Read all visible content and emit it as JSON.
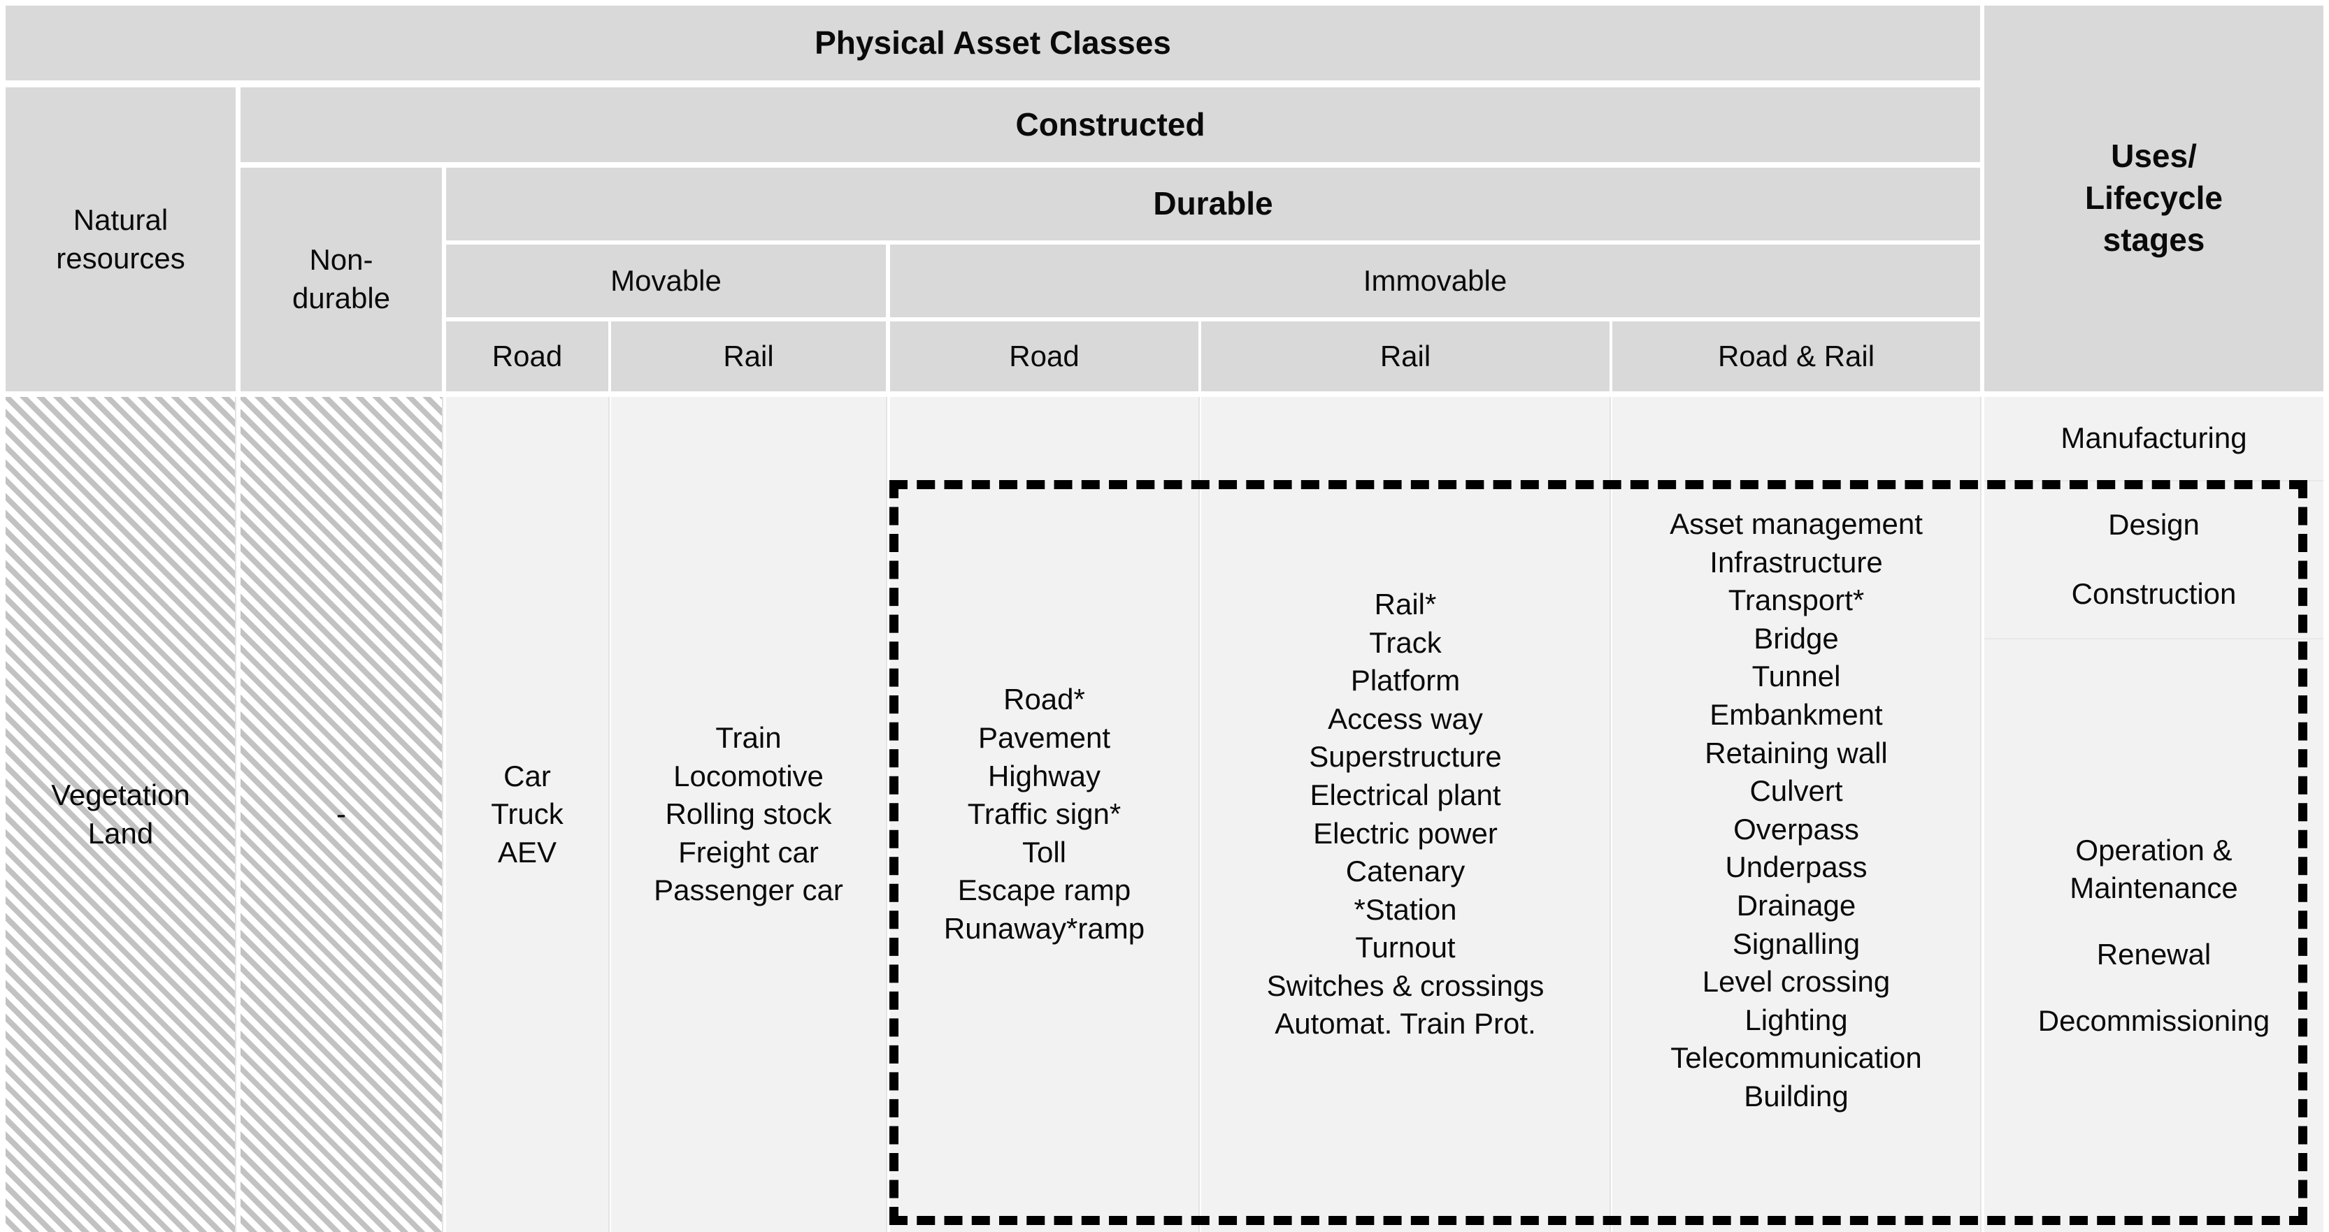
{
  "title": "Physical Asset Classes and Uses/Lifecycle stages matrix",
  "header": {
    "physical_asset_classes": "Physical Asset Classes",
    "uses_lifecycle_stages_line1": "Uses/",
    "uses_lifecycle_stages_line2": "Lifecycle",
    "uses_lifecycle_stages_line3": "stages",
    "natural_resources_line1": "Natural",
    "natural_resources_line2": "resources",
    "constructed": "Constructed",
    "non_durable_line1": "Non-",
    "non_durable_line2": "durable",
    "durable": "Durable",
    "movable": "Movable",
    "immovable": "Immovable",
    "movable_road": "Road",
    "movable_rail": "Rail",
    "immovable_road": "Road",
    "immovable_rail": "Rail",
    "immovable_road_rail": "Road  & Rail"
  },
  "body": {
    "natural_resources": [
      "Vegetation",
      "Land"
    ],
    "non_durable": [
      "-"
    ],
    "movable_road": [
      "Car",
      "Truck",
      "AEV"
    ],
    "movable_rail": [
      "Train",
      "Locomotive",
      "Rolling stock",
      "Freight car",
      "Passenger car"
    ],
    "immovable_road": [
      "Road*",
      "Pavement",
      "Highway",
      "Traffic sign*",
      "Toll",
      "Escape ramp",
      "Runaway*ramp"
    ],
    "immovable_rail": [
      "Rail*",
      "Track",
      "Platform",
      "Access way",
      "Superstructure",
      "Electrical plant",
      "Electric power",
      "Catenary",
      "*Station",
      "Turnout",
      "Switches & crossings",
      "Automat. Train Prot."
    ],
    "immovable_road_rail": [
      "Asset management",
      "Infrastructure",
      "Transport*",
      "Bridge",
      "Tunnel",
      "Embankment",
      "Retaining wall",
      "Culvert",
      "Overpass",
      "Underpass",
      "Drainage",
      "Signalling",
      "Level crossing",
      "Lighting",
      "Telecommunication",
      "Building"
    ],
    "lifecycle_group_1": [
      "Manufacturing"
    ],
    "lifecycle_group_2": [
      "Design",
      "Construction"
    ],
    "lifecycle_group_3": [
      "Operation &\nMaintenance",
      "Renewal",
      "Decommissioning"
    ],
    "lifecycle_group_3_line_a1": "Operation &",
    "lifecycle_group_3_line_a2": "Maintenance",
    "lifecycle_group_3_line_b": "Renewal",
    "lifecycle_group_3_line_c": "Decommissioning"
  },
  "colors": {
    "header_bg": "#d9d9d9",
    "body_bg": "#f2f2f2",
    "hatch_stripe": "#c2c2c2",
    "text": "#0a0a0a",
    "highlight_border": "#000000",
    "gridline": "#e3e3e3"
  }
}
